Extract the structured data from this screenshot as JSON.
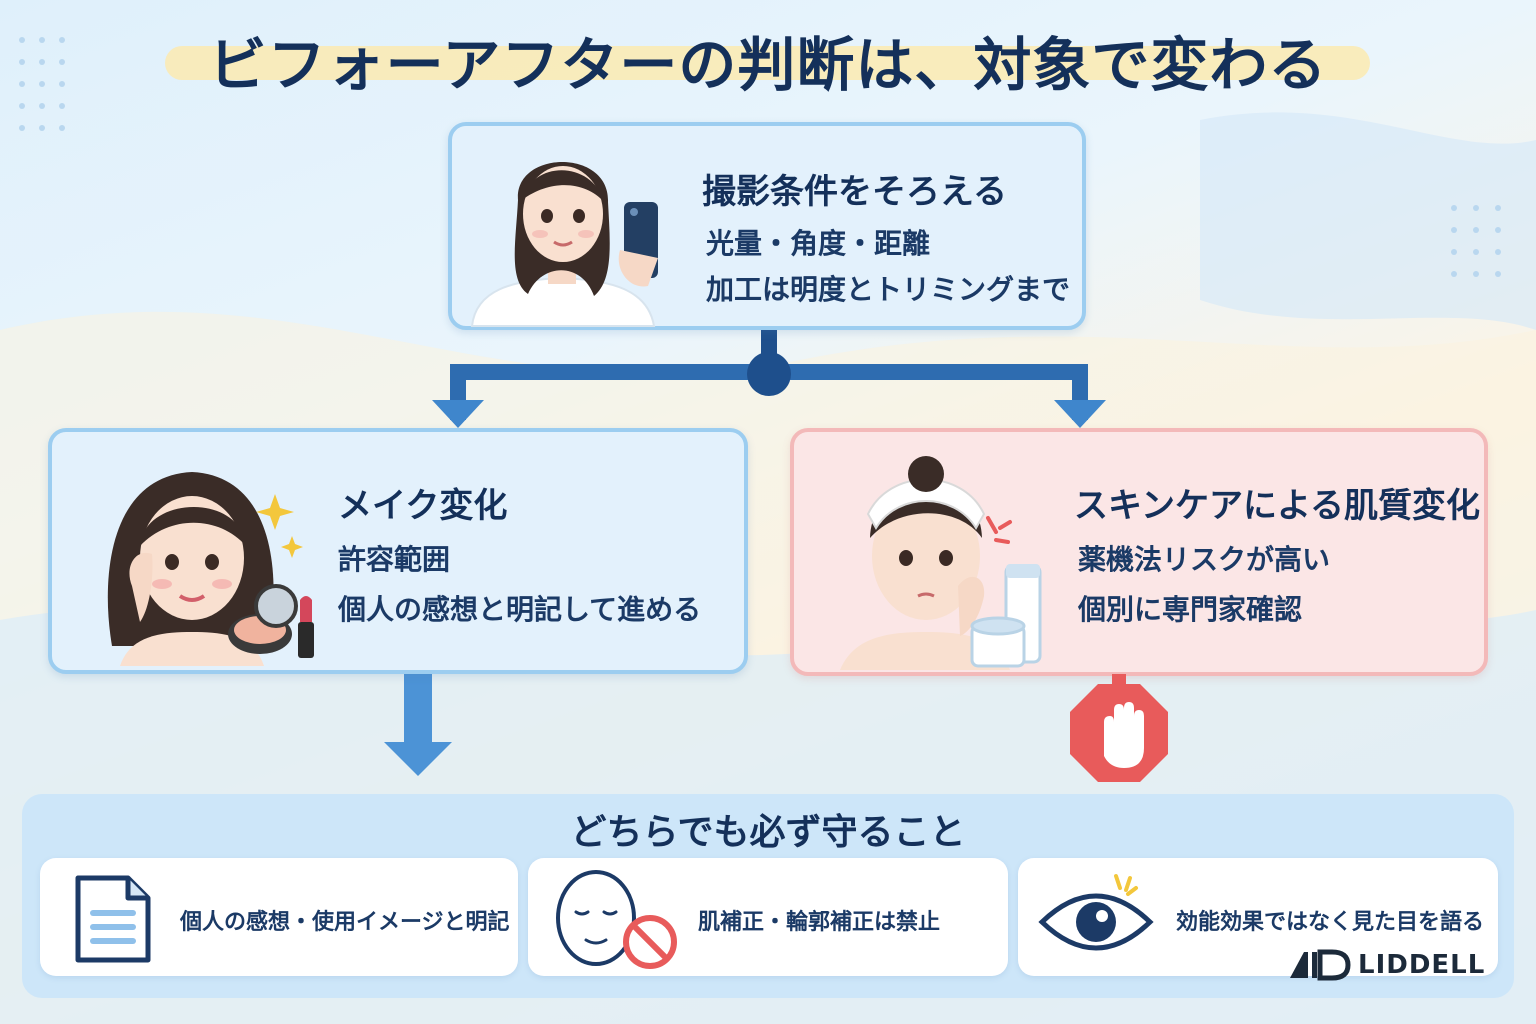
{
  "title": "ビフォーアフターの判断は、対象で変わる",
  "top_card": {
    "heading": "撮影条件をそろえる",
    "line1": "光量・角度・距離",
    "line2": "加工は明度とトリミングまで"
  },
  "left_card": {
    "heading": "メイク変化",
    "line1": "許容範囲",
    "line2": "個人の感想と明記して進める"
  },
  "right_card": {
    "heading": "スキンケアによる肌質変化",
    "line1": "薬機法リスクが高い",
    "line2": "個別に専門家確認"
  },
  "bottom": {
    "heading": "どちらでも必ず守ること",
    "items": [
      {
        "text": "個人の感想・使用イメージと明記",
        "icon": "document-icon"
      },
      {
        "text": "肌補正・輪郭補正は禁止",
        "icon": "face-prohibited-icon"
      },
      {
        "text": "効能効果ではなく見た目を語る",
        "icon": "eye-icon"
      }
    ]
  },
  "logo": "LIDDELL",
  "colors": {
    "navy": "#14305a",
    "blue_border": "#9ccdf0",
    "pink_border": "#f3b9b9",
    "arrow_blue": "#3f86cc",
    "stop_red": "#e85b5b",
    "highlight": "#fbeab0"
  }
}
